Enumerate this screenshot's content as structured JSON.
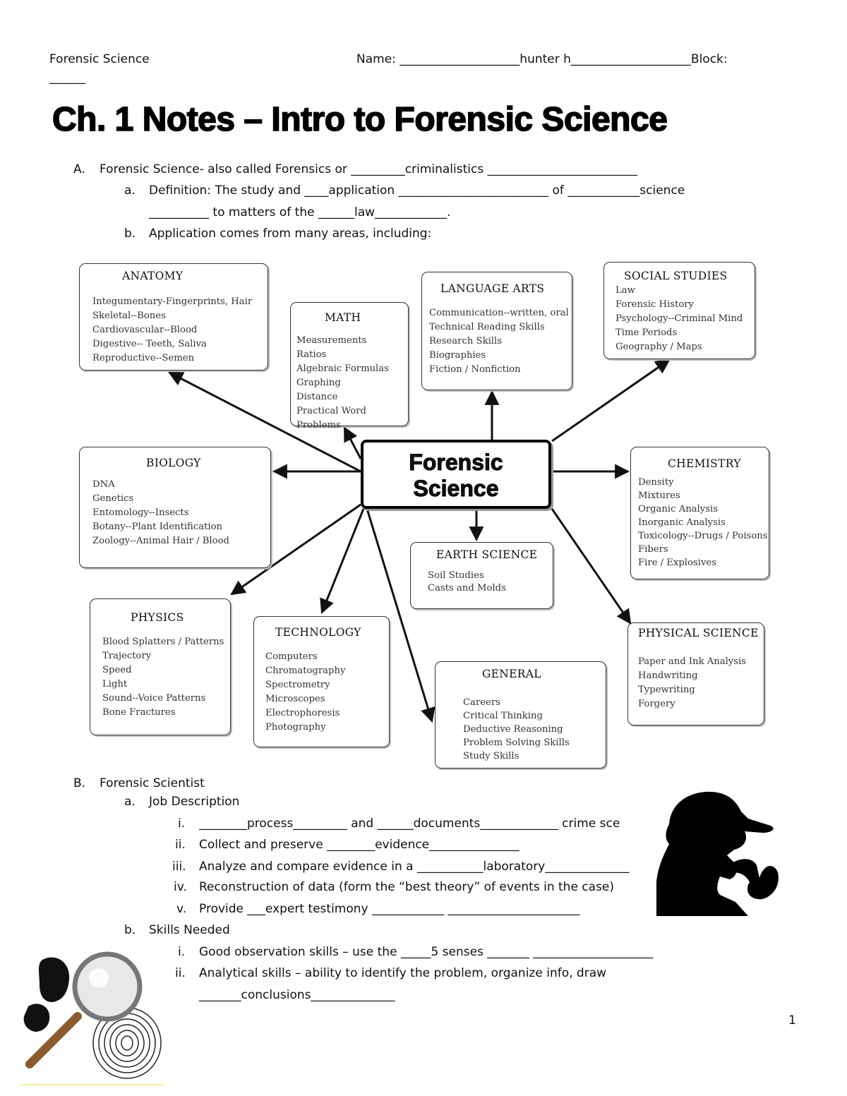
{
  "header": {
    "course": "Forensic Science",
    "name_label": "Name: ",
    "name_blank_before": "____________________",
    "student_name": "hunter h",
    "name_blank_after": "____________________",
    "block_label": "Block:",
    "block_blank": "______"
  },
  "title": "Ch. 1 Notes – Intro to Forensic Science",
  "section_a": {
    "marker": "A.",
    "line": "Forensic Science- also called Forensics or _________criminalistics _________________________",
    "item_a_marker": "a.",
    "item_a_line1": "Definition: The study and ____application _________________________ of ____________science",
    "item_a_line2": "__________ to matters of the ______law____________.",
    "item_b_marker": "b.",
    "item_b_line": "Application comes from many areas, including:"
  },
  "diagram": {
    "center_line1": "Forensic",
    "center_line2": "Science",
    "boxes": {
      "anatomy": {
        "title": "ANATOMY",
        "items": [
          "Integumentary-Fingerprints, Hair",
          "Skeletal--Bones",
          "Cardiovascular--Blood",
          "Digestive-- Teeth, Saliva",
          "Reproductive--Semen"
        ]
      },
      "math": {
        "title": "MATH",
        "items": [
          "Measurements",
          "Ratios",
          "Algebraic Formulas",
          "Graphing",
          "Distance",
          "Practical Word Problems"
        ]
      },
      "language_arts": {
        "title": "LANGUAGE ARTS",
        "items": [
          "Communication--written, oral",
          "Technical Reading Skills",
          "Research Skills",
          "Biographies",
          "Fiction / Nonfiction"
        ]
      },
      "social_studies": {
        "title": "SOCIAL STUDIES",
        "items": [
          "Law",
          "Forensic History",
          "Psychology--Criminal Mind",
          "Time Periods",
          "Geography / Maps"
        ]
      },
      "biology": {
        "title": "BIOLOGY",
        "items": [
          "DNA",
          "Genetics",
          "Entomology--Insects",
          "Botany--Plant Identification",
          "Zoology--Animal Hair / Blood"
        ]
      },
      "chemistry": {
        "title": "CHEMISTRY",
        "items": [
          "Density",
          "Mixtures",
          "Organic Analysis",
          "Inorganic Analysis",
          "Toxicology--Drugs / Poisons",
          "Fibers",
          "Fire / Explosives"
        ]
      },
      "earth_science": {
        "title": "EARTH SCIENCE",
        "items": [
          "Soil Studies",
          "Casts and Molds"
        ]
      },
      "physics": {
        "title": "PHYSICS",
        "items": [
          "Blood Splatters / Patterns",
          "Trajectory",
          "Speed",
          "Light",
          "Sound--Voice Patterns",
          "Bone Fractures"
        ]
      },
      "technology": {
        "title": "TECHNOLOGY",
        "items": [
          "Computers",
          "Chromatography",
          "Spectrometry",
          "Microscopes",
          "Electrophoresis",
          "Photography"
        ]
      },
      "general": {
        "title": "GENERAL",
        "items": [
          "Careers",
          "Critical Thinking",
          "Deductive Reasoning",
          "Problem Solving Skills",
          "Study Skills"
        ]
      },
      "physical_science": {
        "title": "PHYSICAL SCIENCE",
        "items": [
          "Paper and Ink Analysis",
          "Handwriting",
          "Typewriting",
          "Forgery"
        ]
      }
    }
  },
  "section_b": {
    "marker": "B.",
    "line": "Forensic Scientist",
    "a_marker": "a.",
    "a_line": "Job Description",
    "job": [
      {
        "m": "i.",
        "t": "________process_________ and ______documents_____________ crime sce"
      },
      {
        "m": "ii.",
        "t": "Collect and preserve ________evidence_______________"
      },
      {
        "m": "iii.",
        "t": "Analyze and compare evidence in a ___________laboratory______________"
      },
      {
        "m": "iv.",
        "t": "Reconstruction of data (form the “best theory” of events in the case)"
      },
      {
        "m": "v.",
        "t": "Provide ___expert testimony ____________ ______________________"
      }
    ],
    "b_marker": "b.",
    "b_line": "Skills Needed",
    "skills": [
      {
        "m": "i.",
        "t": "Good observation skills – use the _____5 senses _______ ____________________"
      },
      {
        "m": "ii.",
        "t": "Analytical skills – ability to identify the problem, organize info, draw"
      }
    ],
    "skills_cont": "_______conclusions______________"
  },
  "page_number": "1"
}
